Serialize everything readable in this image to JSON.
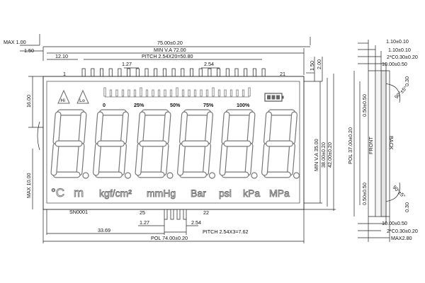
{
  "front": {
    "top_dims": {
      "max": "MAX 1.00",
      "offset": "1.50",
      "overall": "75.00±0.20",
      "view_area": "MIN V.A 72.00",
      "pin_offset": "12.10",
      "pitch": "PITCH 2.54X20=50.80",
      "pad": "1.27",
      "pin_spacing": "2.54"
    },
    "pins_top": {
      "first": "1",
      "last": "21"
    },
    "left_dims": {
      "top": "16.00",
      "bottom": "MAX 10.00"
    },
    "right_dims": {
      "a": "1.50",
      "b": "2.00",
      "view_area": "MIN V.A 35.00",
      "inner": "38.00±0.20",
      "outer": "42.00±0.20"
    },
    "icons": {
      "hi": "Hi",
      "lo": "Lo"
    },
    "bar_scale": [
      "0",
      "25%",
      "50%",
      "75%",
      "100%"
    ],
    "units": [
      "°C",
      "m",
      "kgf/cm²",
      "mmHg",
      "Bar",
      "psi",
      "kPa",
      "MPa"
    ],
    "digit_count": 6,
    "part_number": "SN0001",
    "pins_bottom": {
      "first": "25",
      "last": "22"
    },
    "bottom_dims": {
      "pad": "1.27",
      "pin_spacing": "2.54",
      "pitch": "PITCH 2.54X3=7.62",
      "pin_offset": "33.69",
      "polarizer": "POL 74.00±0.20"
    }
  },
  "side": {
    "top_dims": {
      "a": "1.10±0.10",
      "b": "1.10±0.10",
      "c": "2*C0.30±0.20",
      "d": "10.00±0.50",
      "e": "0.30",
      "angle": "90°±5°"
    },
    "mid_dims": {
      "upper": "0.50±0.50",
      "lower": "0.50±0.50",
      "polarizer": "POL 37.00±0.20"
    },
    "labels": {
      "front": "FRONT",
      "back": "BACK"
    },
    "bottom_dims": {
      "angle": "90°±5°",
      "a": "0.30",
      "b": "10.00±0.50",
      "c": "2*C0.30±0.20",
      "max": "MAX2.80"
    }
  }
}
